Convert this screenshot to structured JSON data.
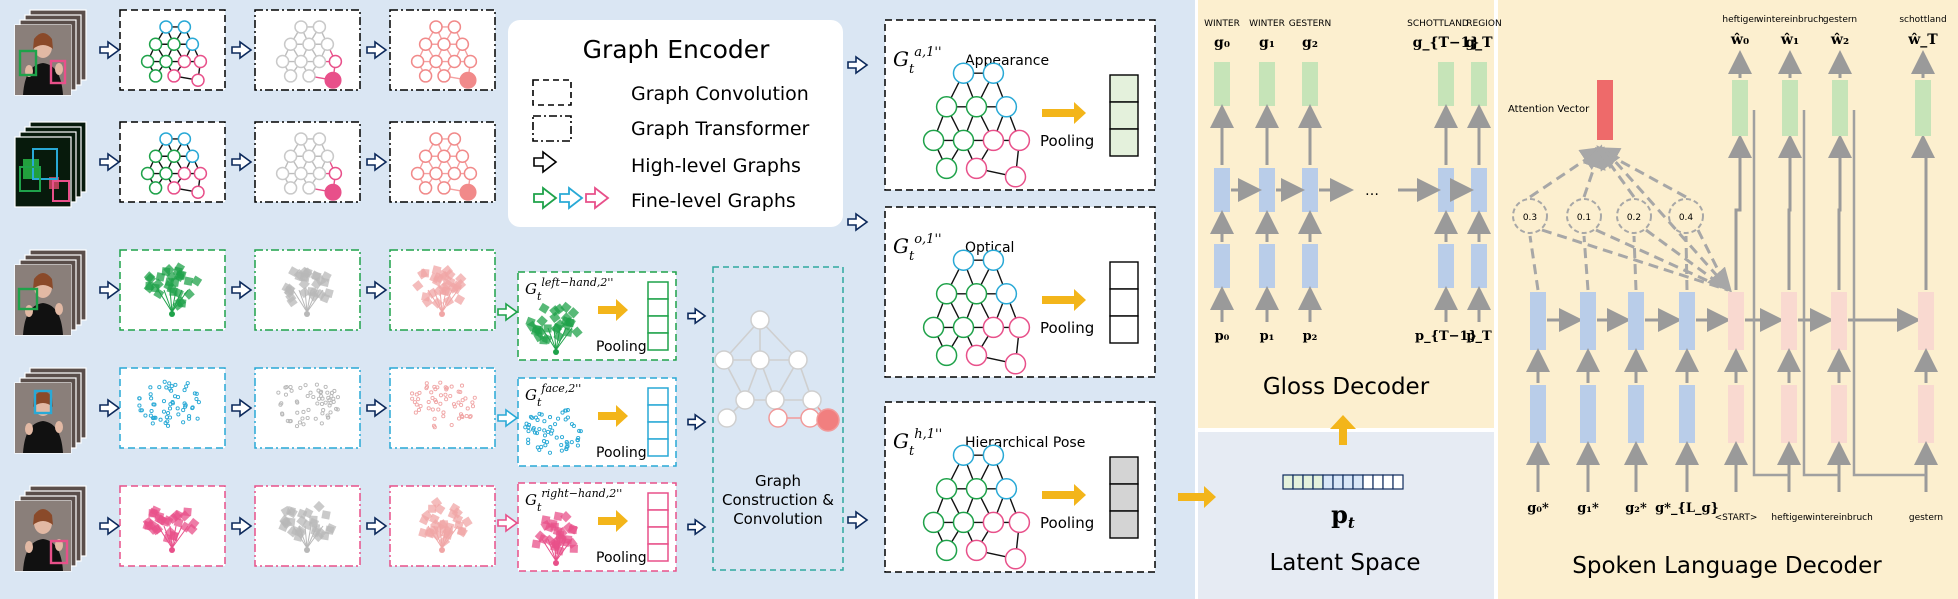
{
  "legend": {
    "title": "Graph Encoder",
    "items": [
      {
        "label": "Graph Convolution",
        "style": "dashed-box"
      },
      {
        "label": "Graph Transformer",
        "style": "dashdot-box"
      },
      {
        "label": "High-level Graphs",
        "style": "arrow-black"
      },
      {
        "label": "Fine-level Graphs",
        "style": "arrows-colored"
      }
    ]
  },
  "high_level": [
    {
      "base": "G",
      "sub": "t",
      "sup": "a,1''",
      "name": "Appearance",
      "pool": "Pooling"
    },
    {
      "base": "G",
      "sub": "t",
      "sup": "o,1''",
      "name": "Optical",
      "pool": "Pooling"
    },
    {
      "base": "G",
      "sub": "t",
      "sup": "h,1''",
      "name": "Hierarchical Pose",
      "pool": "Pooling"
    }
  ],
  "fine_level": [
    {
      "base": "G",
      "sub": "t",
      "sup": "left−hand,2''",
      "pool": "Pooling",
      "color": "#1fa24a"
    },
    {
      "base": "G",
      "sub": "t",
      "sup": "face,2''",
      "pool": "Pooling",
      "color": "#29a9d6"
    },
    {
      "base": "G",
      "sub": "t",
      "sup": "right−hand,2''",
      "pool": "Pooling",
      "color": "#e8508a"
    }
  ],
  "construction_label": [
    "Graph",
    "Construction &",
    "Convolution"
  ],
  "latent": {
    "title": "Latent Space",
    "vector": "p",
    "vector_sub": "t"
  },
  "gloss": {
    "title": "Gloss Decoder",
    "top_words": [
      "WINTER",
      "WINTER",
      "GESTERN",
      "SCHOTTLAND",
      "REGION"
    ],
    "outputs": [
      "g₀",
      "g₁",
      "g₂",
      "g_{T−1}",
      "g_T"
    ],
    "inputs": [
      "p₀",
      "p₁",
      "p₂",
      "p_{T−1}",
      "p_T"
    ],
    "ellipsis": "…"
  },
  "spoken": {
    "title": "Spoken Language Decoder",
    "attention_label": "Attention Vector",
    "weights": [
      "0.3",
      "0.1",
      "0.2",
      "0.4"
    ],
    "top_words": [
      "heftiger",
      "wintereinbruch",
      "gestern",
      "schottland"
    ],
    "outputs": [
      "ŵ₀",
      "ŵ₁",
      "ŵ₂",
      "ŵ_T"
    ],
    "enc_inputs": [
      "g₀*",
      "g₁*",
      "g₂*",
      "g*_{L_g}"
    ],
    "dec_inputs": [
      "<START>",
      "heftiger",
      "wintereinbruch",
      "gestern"
    ]
  },
  "colors": {
    "encoder_bg": "#dae6f3",
    "gloss_bg": "#fcefcf",
    "spoken_bg": "#fcefcf",
    "latent_bg": "#e6ebf3",
    "green": "#1fa24a",
    "blue": "#29a9d6",
    "pink": "#e8508a",
    "arrow_orange": "#f3b51a",
    "gloss_cell_green": "#c6e4b8",
    "gloss_cell_blue": "#b9cde9",
    "spoken_cell_pink": "#f9d9d0",
    "attention_red": "#ee6a6a"
  }
}
